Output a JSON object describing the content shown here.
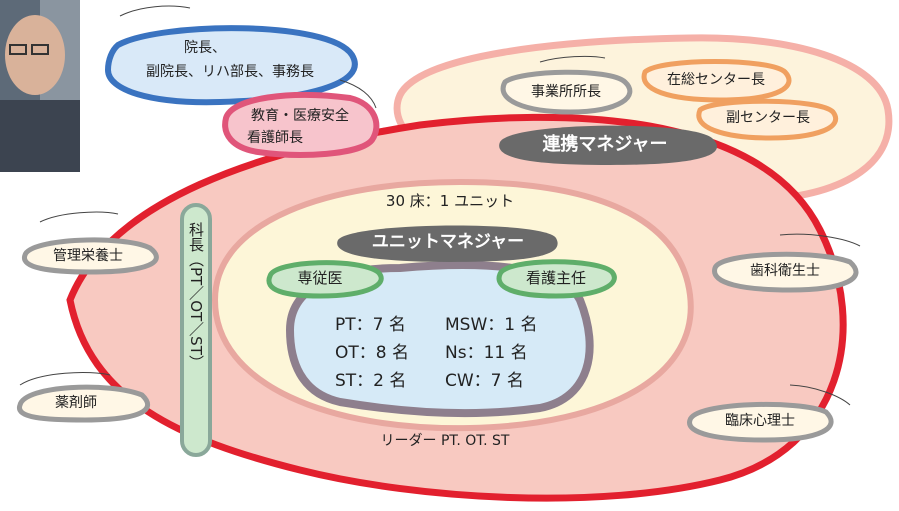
{
  "colors": {
    "outer_red": "#e2202e",
    "outer_fill": "#f8c9c1",
    "inner_fill": "#fdf6d8",
    "core_fill": "#d6eaf7",
    "core_border": "#8e7f8d",
    "dark_pill": "#6a6a6a",
    "blue_border": "#3a73c0",
    "pink_fill": "#f7c4cc",
    "pink_border": "#e0557a",
    "orange_border": "#f0a060",
    "green_fill": "#cde8cd",
    "green_border": "#5fae6a",
    "gray_border": "#9a9a9a",
    "cream_fill": "#fdf6d8"
  },
  "photo": {
    "description_icon": "person-photo"
  },
  "labels": {
    "director_line1": "院長、",
    "director_line2": "副院長、リハ部長、事務長",
    "education_line1": "教育・医療安全",
    "education_line2": "看護師長",
    "office_head": "事業所所長",
    "home_center_head": "在総センター長",
    "vice_center_head": "副センター長",
    "liaison_manager": "連携マネジャー",
    "unit_caption": "30 床：1 ユニット",
    "unit_manager": "ユニットマネジャー",
    "dedicated_doctor": "専従医",
    "head_nurse": "看護主任",
    "staff_row1_left": "PT：7 名",
    "staff_row1_right": "MSW：1 名",
    "staff_row2_left": "OT：8 名",
    "staff_row2_right": "Ns：11 名",
    "staff_row3_left": "ST：2 名",
    "staff_row3_right": "CW：7 名",
    "leader": "リーダー PT. OT. ST",
    "chief_vertical": "科長（PT／OT／ST）",
    "dietitian": "管理栄養士",
    "pharmacist": "薬剤師",
    "dental_hygienist": "歯科衛生士",
    "psychologist": "臨床心理士"
  }
}
